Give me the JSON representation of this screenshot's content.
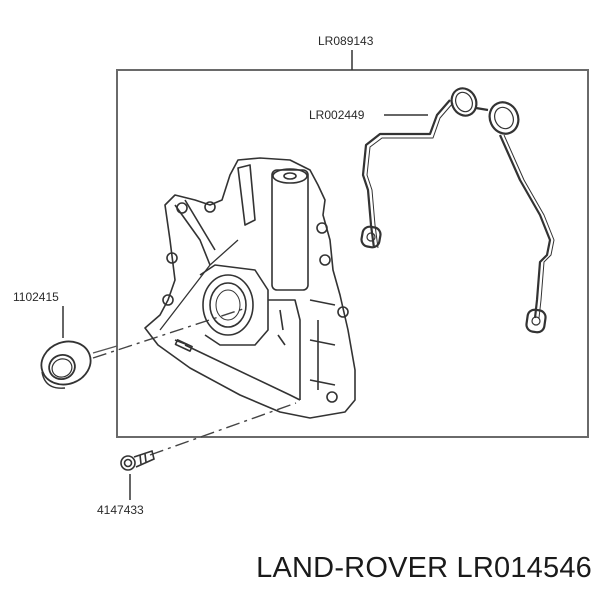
{
  "diagram": {
    "type": "exploded-parts-diagram",
    "subject": "Oil pump / front cover assembly",
    "callouts": [
      {
        "id": "assembly",
        "part_number": "LR089143",
        "points_to": "frame (whole assembly)"
      },
      {
        "id": "gasket",
        "part_number": "LR002449",
        "points_to": "gasket"
      },
      {
        "id": "seal",
        "part_number": "1102415",
        "points_to": "crankshaft oil seal"
      },
      {
        "id": "bolt",
        "part_number": "4147433",
        "points_to": "bolt"
      }
    ]
  },
  "labels": {
    "assembly": "LR089143",
    "gasket": "LR002449",
    "seal": "1102415",
    "bolt": "4147433"
  },
  "caption": "LAND-ROVER LR014546",
  "colors": {
    "line": "#333333",
    "frame": "#666666",
    "background": "#ffffff"
  }
}
